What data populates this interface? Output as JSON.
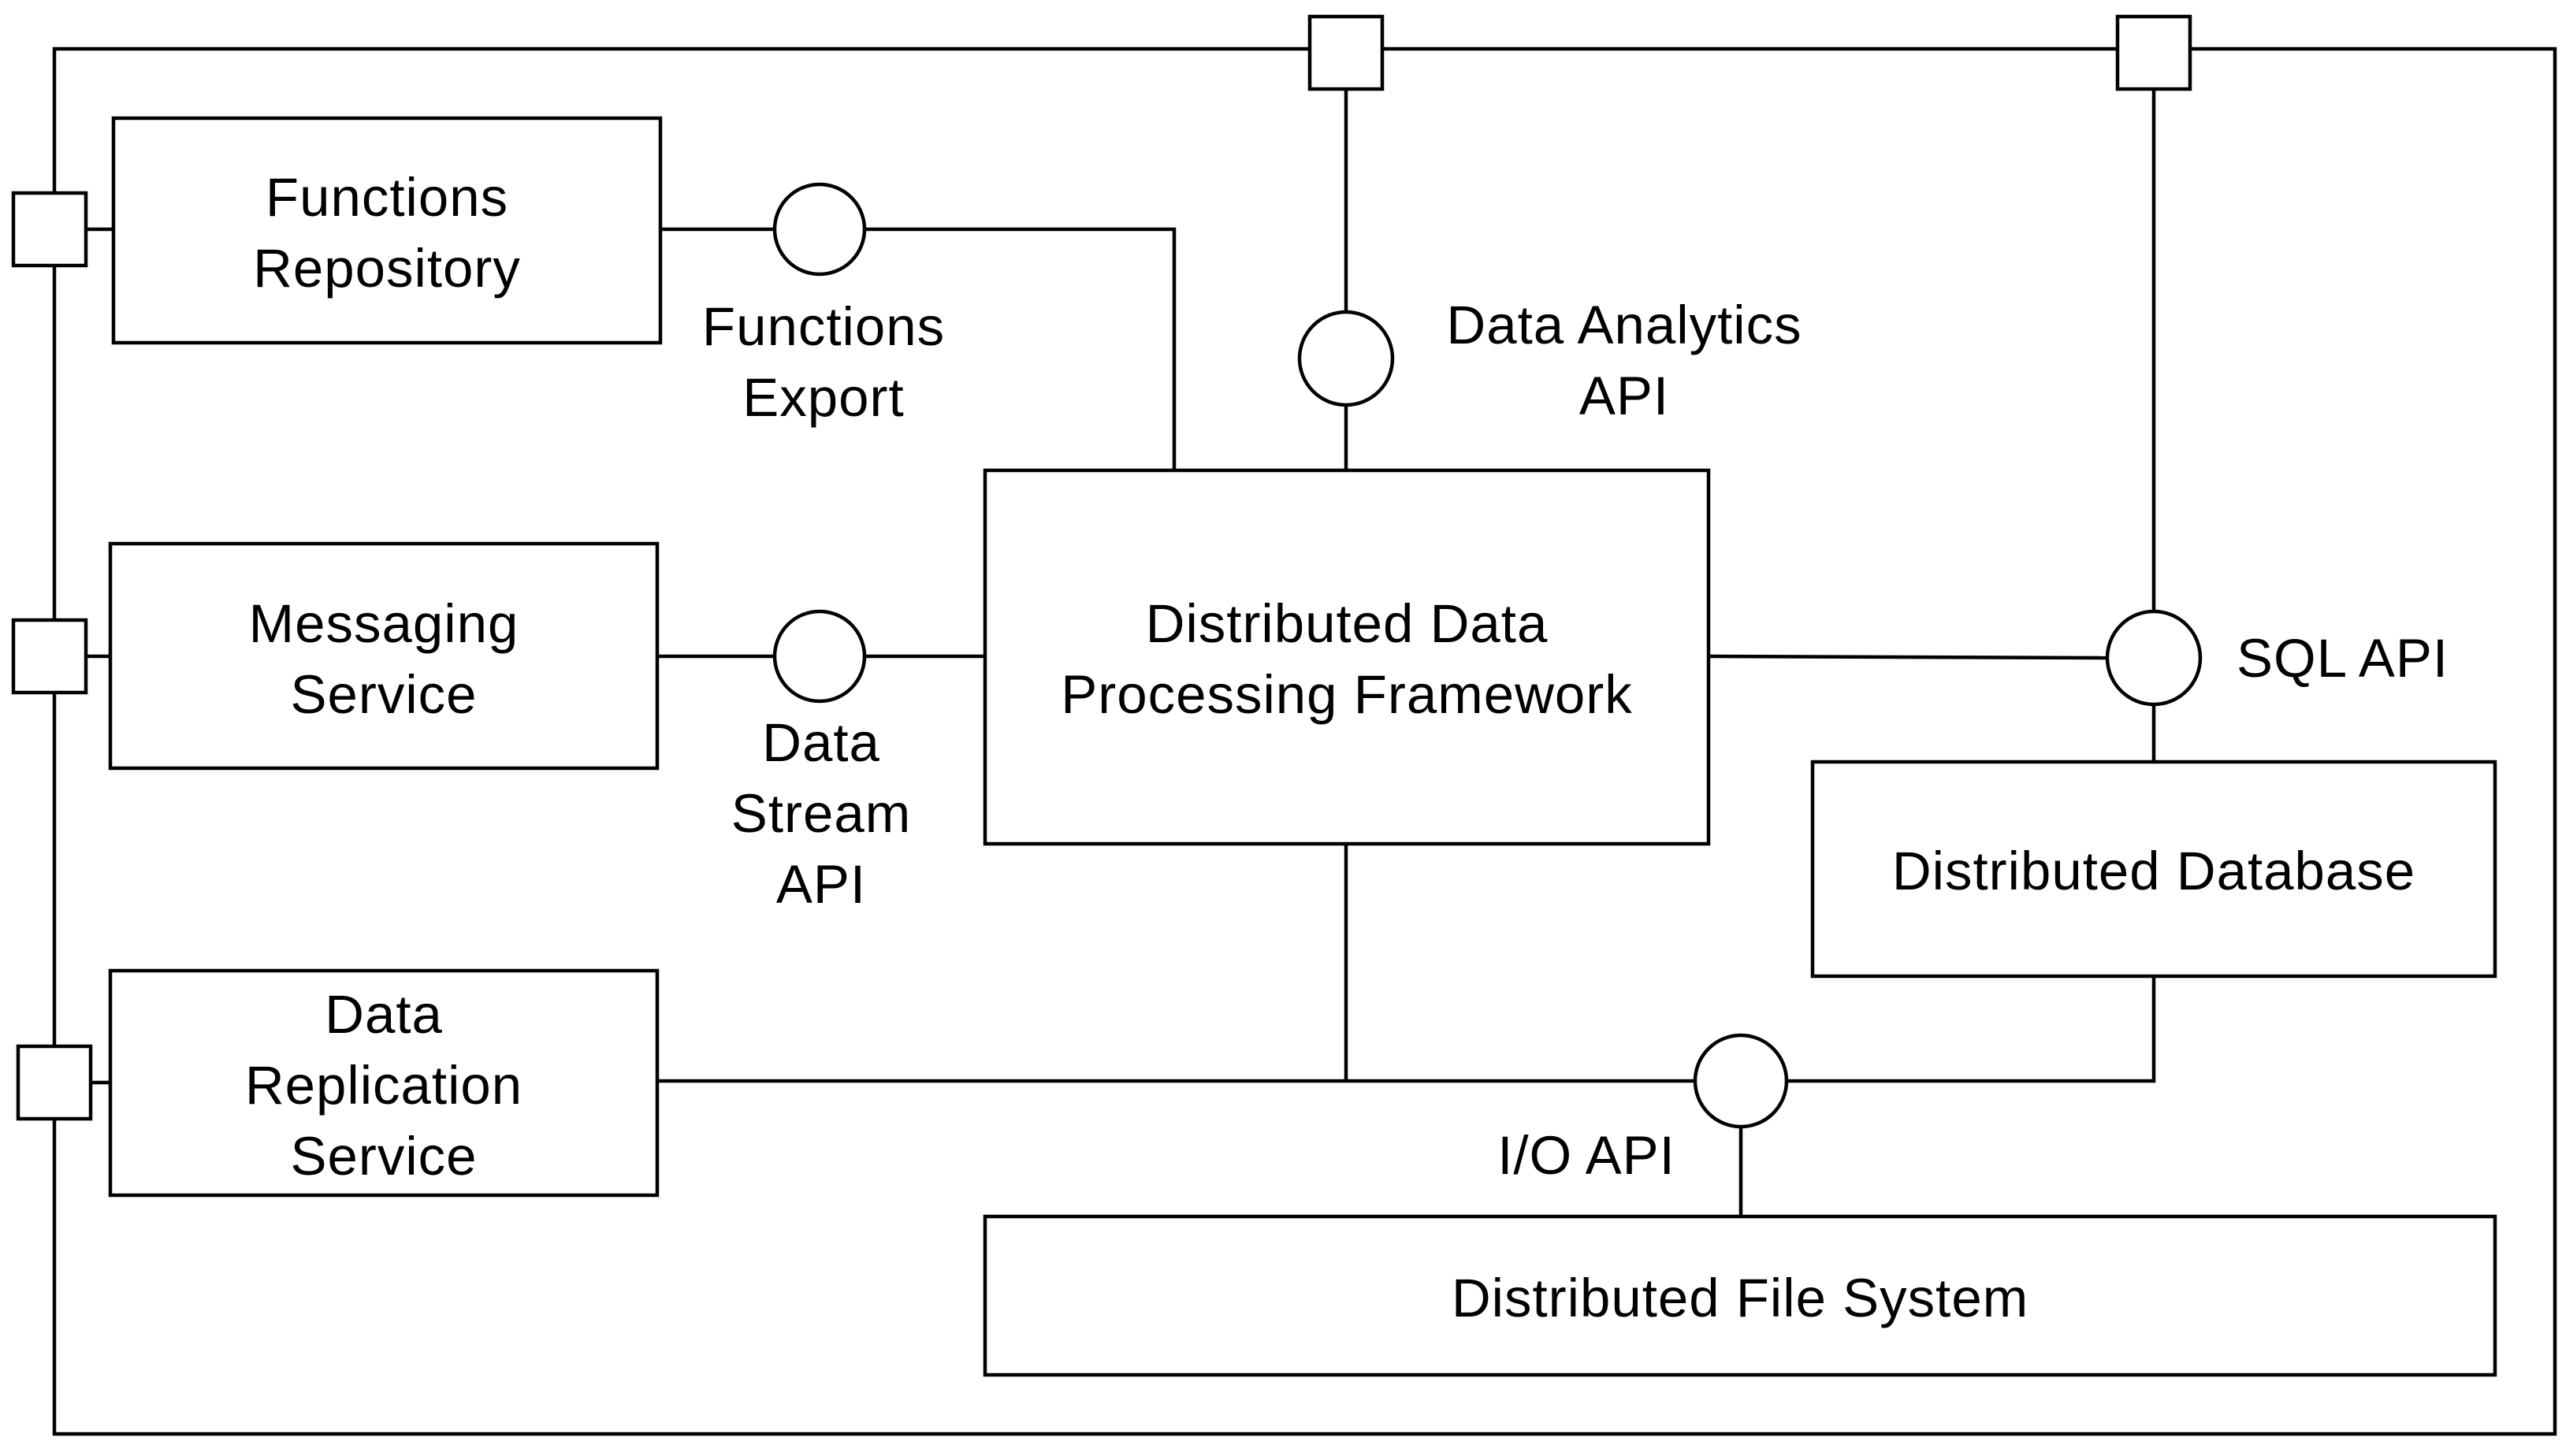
{
  "components": {
    "functions_repository": [
      "Functions",
      "Repository"
    ],
    "messaging_service": [
      "Messaging",
      "Service"
    ],
    "data_replication_service": [
      "Data",
      "Replication",
      "Service"
    ],
    "distributed_data_processing_framework": [
      "Distributed Data",
      "Processing Framework"
    ],
    "distributed_database": [
      "Distributed Database"
    ],
    "distributed_file_system": [
      "Distributed File System"
    ]
  },
  "interfaces": {
    "functions_export": [
      "Functions",
      "Export"
    ],
    "data_stream_api": [
      "Data",
      "Stream",
      "API"
    ],
    "data_analytics_api": [
      "Data Analytics",
      "API"
    ],
    "sql_api": [
      "SQL API"
    ],
    "io_api": [
      "I/O API"
    ]
  },
  "colors": {
    "stroke": "#000000",
    "fill": "#ffffff"
  }
}
